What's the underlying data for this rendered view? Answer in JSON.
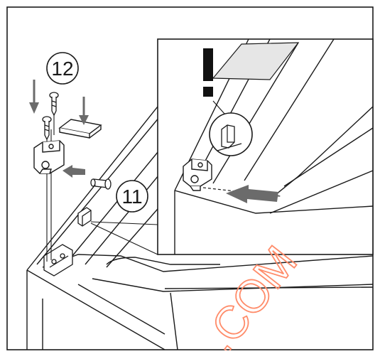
{
  "diagram": {
    "callouts": [
      {
        "id": "step-12",
        "label": "12"
      },
      {
        "id": "step-11",
        "label": "11"
      }
    ],
    "warning_symbol": "!",
    "watermark_text": ".COM",
    "colors": {
      "line": "#1a1a1a",
      "background": "#ffffff",
      "warning": "#111111",
      "watermark": "#ff8c6a",
      "arrow_fill": "#6b6b6b",
      "shade": "#e6e6e6"
    }
  }
}
